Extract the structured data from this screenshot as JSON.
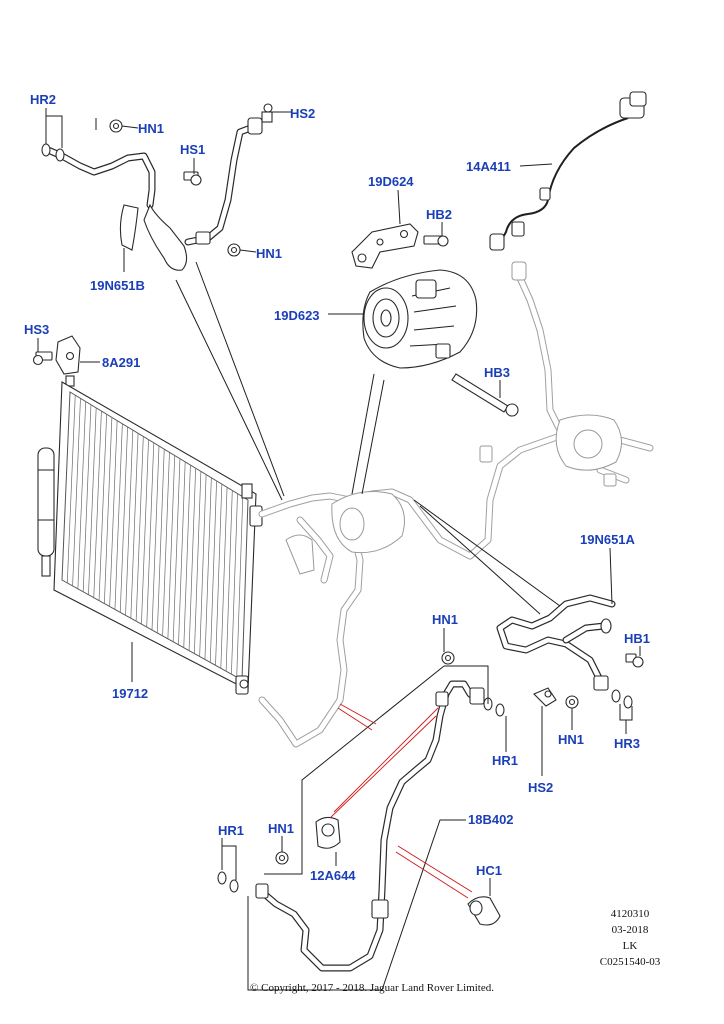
{
  "labels": {
    "hr2": "HR2",
    "hn1_a": "HN1",
    "hs2_top": "HS2",
    "hs1": "HS1",
    "hn1_b": "HN1",
    "p19n651b": "19N651B",
    "p14a411": "14A411",
    "p19d624": "19D624",
    "hb2": "HB2",
    "hs3": "HS3",
    "p8a291": "8A291",
    "p19d623": "19D623",
    "hb3": "HB3",
    "p19n651a": "19N651A",
    "hn1_c": "HN1",
    "hb1": "HB1",
    "p19712": "19712",
    "hr1_right": "HR1",
    "hs2_bottom": "HS2",
    "hn1_d": "HN1",
    "hr3": "HR3",
    "p18b402": "18B402",
    "hr1_left": "HR1",
    "hn1_e": "HN1",
    "p12a644": "12A644",
    "hc1": "HC1"
  },
  "doc_info": {
    "ref": "4120310",
    "date": "03-2018",
    "initials": "LK",
    "code": "C0251540-03"
  },
  "copyright": "© Copyright, 2017 - 2018. Jaguar Land Rover Limited.",
  "colors": {
    "label": "#1a3fb8",
    "leader_red": "#d01818"
  }
}
